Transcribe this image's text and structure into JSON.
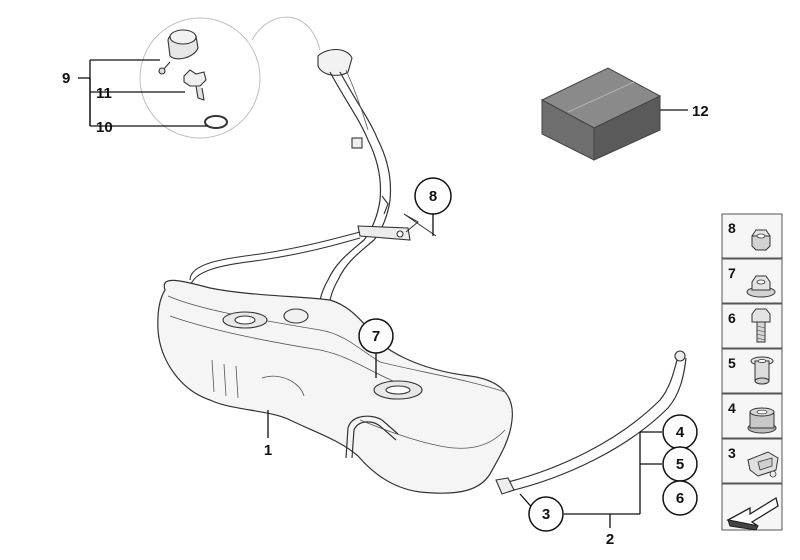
{
  "callouts": {
    "tank": "1",
    "strap": "2",
    "strap_end": "3",
    "strap_4": "4",
    "strap_5": "5",
    "strap_6": "6",
    "bracket": "7",
    "filler_nut": "8",
    "cap_group": "9",
    "gasket": "10",
    "cap_ring": "11",
    "kit_box": "12"
  },
  "side_panel": [
    {
      "number": "8",
      "icon": "hex-nut-icon"
    },
    {
      "number": "7",
      "icon": "flange-nut-icon"
    },
    {
      "number": "6",
      "icon": "bolt-icon"
    },
    {
      "number": "5",
      "icon": "spacer-sleeve-icon"
    },
    {
      "number": "4",
      "icon": "rubber-grommet-icon"
    },
    {
      "number": "3",
      "icon": "clip-icon"
    }
  ],
  "colors": {
    "line": "#111111",
    "part_fill": "#f4f4f4",
    "panel_fill": "#f6f6f6",
    "box_top": "#8a8a8a",
    "box_front": "#6e6e6e",
    "box_side": "#5a5a5a"
  }
}
